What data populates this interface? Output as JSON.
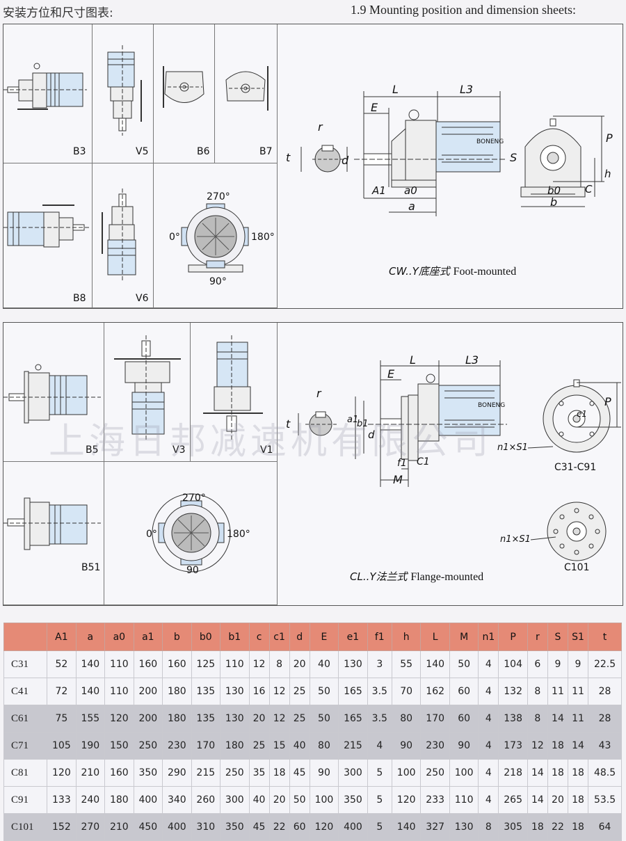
{
  "header": {
    "title_cn": "安装方位和尺寸图表:",
    "title_en": "1.9 Mounting position and dimension sheets:"
  },
  "foot_mounted": {
    "positions": [
      "B3",
      "V5",
      "B6",
      "B7",
      "B8",
      "V6"
    ],
    "angles": {
      "top": "270°",
      "left": "0°",
      "right": "180°",
      "bottom": "90°"
    },
    "dim_labels": {
      "L": "L",
      "L3": "L3",
      "E": "E",
      "r": "r",
      "t": "t",
      "d": "d",
      "A1": "A1",
      "a0": "a0",
      "a": "a",
      "S": "S",
      "b0": "b0",
      "b": "b",
      "P": "P",
      "h": "h",
      "C": "C"
    },
    "brand": "BONENG",
    "caption_code": "CW..Y底座式",
    "caption_en": "Foot-mounted"
  },
  "flange_mounted": {
    "positions": [
      "B5",
      "V3",
      "V1",
      "B51"
    ],
    "angles": {
      "top": "270°",
      "left": "0°",
      "right": "180°",
      "bottom": "90"
    },
    "dim_labels": {
      "L": "L",
      "L3": "L3",
      "E": "E",
      "r": "r",
      "t": "t",
      "a1": "a1",
      "b1": "b1",
      "d": "d",
      "f1": "f1",
      "C1": "C1",
      "M": "M",
      "P": "P",
      "e1": "e1",
      "n1s1": "n1×S1"
    },
    "brand": "BONENG",
    "flange_a": "C31-C91",
    "flange_b": "C101",
    "caption_code": "CL..Y法兰式",
    "caption_en": "Flange-mounted"
  },
  "watermark": "上海日邦减速机有限公司",
  "table": {
    "headers": [
      "",
      "A1",
      "a",
      "a0",
      "a1",
      "b",
      "b0",
      "b1",
      "c",
      "c1",
      "d",
      "E",
      "e1",
      "f1",
      "h",
      "L",
      "M",
      "n1",
      "P",
      "r",
      "S",
      "S1",
      "t"
    ],
    "rows": [
      [
        "C31",
        "52",
        "140",
        "110",
        "160",
        "160",
        "125",
        "110",
        "12",
        "8",
        "20",
        "40",
        "130",
        "3",
        "55",
        "140",
        "50",
        "4",
        "104",
        "6",
        "9",
        "9",
        "22.5"
      ],
      [
        "C41",
        "72",
        "140",
        "110",
        "200",
        "180",
        "135",
        "130",
        "16",
        "12",
        "25",
        "50",
        "165",
        "3.5",
        "70",
        "162",
        "60",
        "4",
        "132",
        "8",
        "11",
        "11",
        "28"
      ],
      [
        "C61",
        "75",
        "155",
        "120",
        "200",
        "180",
        "135",
        "130",
        "20",
        "12",
        "25",
        "50",
        "165",
        "3.5",
        "80",
        "170",
        "60",
        "4",
        "138",
        "8",
        "14",
        "11",
        "28"
      ],
      [
        "C71",
        "105",
        "190",
        "150",
        "250",
        "230",
        "170",
        "180",
        "25",
        "15",
        "40",
        "80",
        "215",
        "4",
        "90",
        "230",
        "90",
        "4",
        "173",
        "12",
        "18",
        "14",
        "43"
      ],
      [
        "C81",
        "120",
        "210",
        "160",
        "350",
        "290",
        "215",
        "250",
        "35",
        "18",
        "45",
        "90",
        "300",
        "5",
        "100",
        "250",
        "100",
        "4",
        "218",
        "14",
        "18",
        "18",
        "48.5"
      ],
      [
        "C91",
        "133",
        "240",
        "180",
        "400",
        "340",
        "260",
        "300",
        "40",
        "20",
        "50",
        "100",
        "350",
        "5",
        "120",
        "233",
        "110",
        "4",
        "265",
        "14",
        "20",
        "18",
        "53.5"
      ],
      [
        "C101",
        "152",
        "270",
        "210",
        "450",
        "400",
        "310",
        "350",
        "45",
        "22",
        "60",
        "120",
        "400",
        "5",
        "140",
        "327",
        "130",
        "8",
        "305",
        "18",
        "22",
        "18",
        "64"
      ]
    ]
  },
  "colors": {
    "header_row": "#e58a76",
    "row_dark": "#c8c8cf",
    "row_light": "#f4f4f8",
    "motor_fill": "#d6e6f5",
    "line": "#333333"
  }
}
